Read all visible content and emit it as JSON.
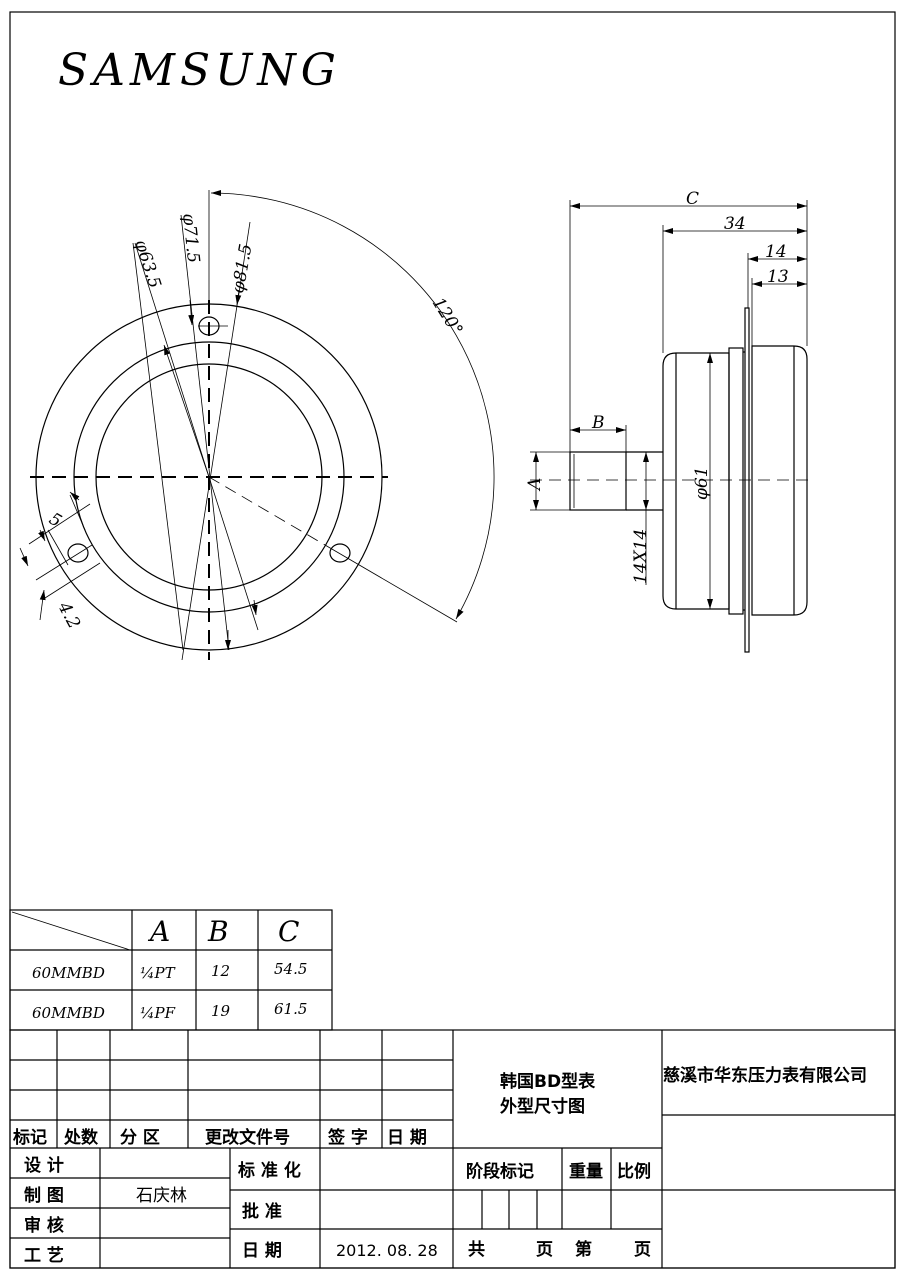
{
  "logo": "SAMSUNG",
  "front_view": {
    "dims": [
      "φ63.5",
      "φ71.5",
      "φ81.5",
      "120°",
      "5",
      "4.2"
    ]
  },
  "side_view": {
    "dims": [
      "C",
      "34",
      "14",
      "13",
      "B",
      "A",
      "φ61",
      "14X14"
    ]
  },
  "spec_table": {
    "headers": [
      "A",
      "B",
      "C"
    ],
    "rows": [
      {
        "model": "60MMBD",
        "a": "¼PT",
        "b": "12",
        "c": "54.5"
      },
      {
        "model": "60MMBD",
        "a": "¼PF",
        "b": "19",
        "c": "61.5"
      }
    ]
  },
  "title_block": {
    "revision_headers": [
      "标记",
      "处数",
      "分 区",
      "更改文件号",
      "签 字",
      "日  期"
    ],
    "drawing_title_line1": "韩国BD型表",
    "drawing_title_line2": "外型尺寸图",
    "company": "慈溪市华东压力表有限公司",
    "roles": [
      "设  计",
      "制  图",
      "审  核",
      "工  艺"
    ],
    "drafter": "石庆林",
    "standardization": "标 准 化",
    "approval": "批    准",
    "date_label": "日    期",
    "date": "2012. 08. 28",
    "stage_mark": "阶段标记",
    "weight": "重量",
    "scale": "比例",
    "total_label": "共",
    "page_label": "页",
    "sheet_label": "第",
    "page_label2": "页"
  }
}
